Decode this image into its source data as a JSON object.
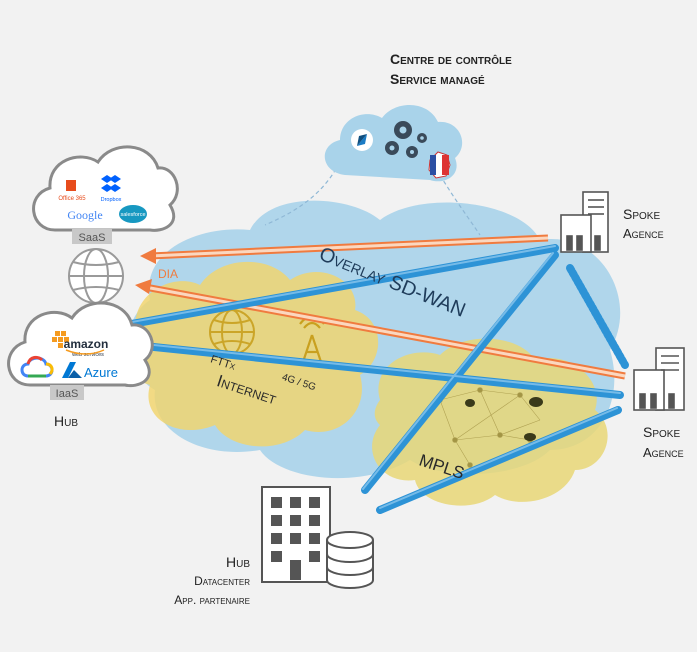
{
  "control_center": {
    "line1": "Centre de contrôle",
    "line2": "Service managé"
  },
  "saas": {
    "badge": "SaaS",
    "office": "Office 365",
    "dropbox": "Dropbox",
    "google": "Google",
    "salesforce": "salesforce"
  },
  "iaas": {
    "badge": "IaaS",
    "amazon": "amazon",
    "amazon_sub": "web services",
    "azure": "Azure"
  },
  "hub_cloud": {
    "label": "Hub"
  },
  "spoke1": {
    "line1": "Spoke",
    "line2": "Agence"
  },
  "spoke2": {
    "line1": "Spoke",
    "line2": "Agence"
  },
  "hub_dc": {
    "line1": "Hub",
    "line2": "Datacenter",
    "line3": "App. partenaire"
  },
  "overlay": {
    "label": "Overlay SD-WAN"
  },
  "internet": {
    "label": "Internet",
    "fttx": "FTTx",
    "mobile": "4G / 5G"
  },
  "mpls": {
    "label": "MPLS"
  },
  "dia": {
    "label": "DIA"
  },
  "colors": {
    "overlay": "#a9d3ea",
    "internet": "#f2d46b",
    "mpls": "#e9d777",
    "tunnel": "#3a9fdb",
    "dia": "#f07b3f"
  }
}
